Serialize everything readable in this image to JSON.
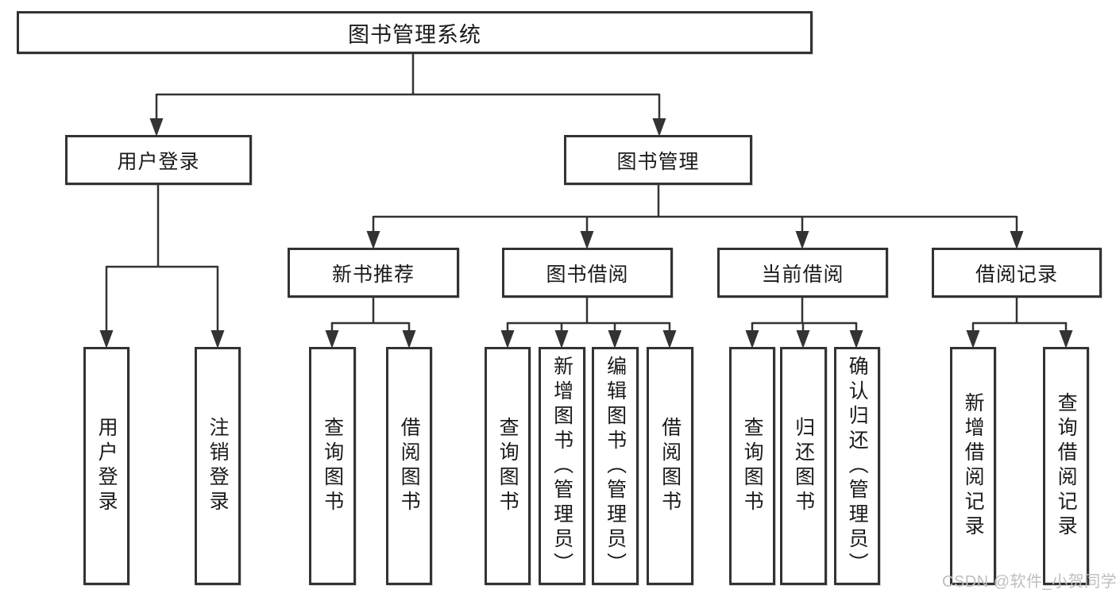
{
  "diagram": {
    "root": {
      "label": "图书管理系统"
    },
    "level2": [
      {
        "label": "用户登录"
      },
      {
        "label": "图书管理"
      }
    ],
    "level3": [
      {
        "label": "新书推荐"
      },
      {
        "label": "图书借阅"
      },
      {
        "label": "当前借阅"
      },
      {
        "label": "借阅记录"
      }
    ],
    "leaves": {
      "user_login_group": [
        {
          "label": "用户登录"
        },
        {
          "label": "注销登录"
        }
      ],
      "new_book_group": [
        {
          "label": "查询图书"
        },
        {
          "label": "借阅图书"
        }
      ],
      "book_borrow_group": [
        {
          "label": "查询图书"
        },
        {
          "label": "新增图书（管理员）"
        },
        {
          "label": "编辑图书（管理员）"
        },
        {
          "label": "借阅图书"
        }
      ],
      "current_borrow_group": [
        {
          "label": "查询图书"
        },
        {
          "label": "归还图书"
        },
        {
          "label": "确认归还（管理员）"
        }
      ],
      "record_group": [
        {
          "label": "新增借阅记录"
        },
        {
          "label": "查询借阅记录"
        }
      ]
    }
  },
  "watermark": {
    "text": "CSDN @软件_小贺同学"
  },
  "colors": {
    "line": "#333333",
    "box_border": "#333333",
    "text": "#1a1a1a",
    "watermark": "#bfbfbf",
    "background": "#ffffff"
  }
}
